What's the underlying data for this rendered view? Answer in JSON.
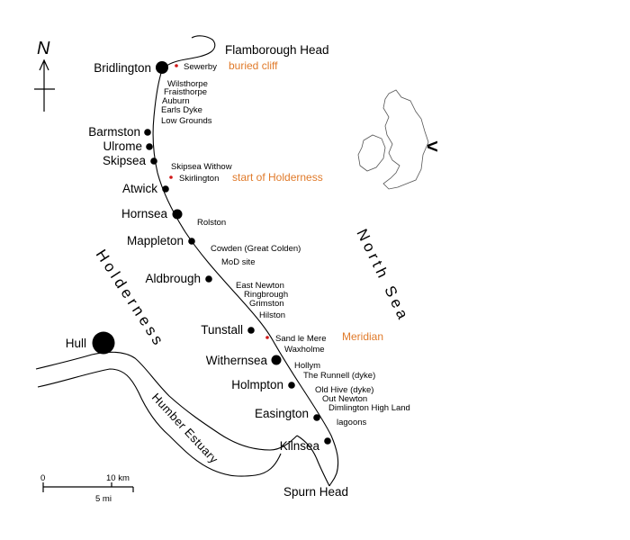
{
  "north_symbol": "N",
  "regions": {
    "holderness": "Holderness",
    "north_sea": "North Sea",
    "humber": "Humber Estuary"
  },
  "towns": [
    {
      "name": "Bridlington"
    },
    {
      "name": "Barmston"
    },
    {
      "name": "Ulrome"
    },
    {
      "name": "Skipsea"
    },
    {
      "name": "Atwick"
    },
    {
      "name": "Hornsea"
    },
    {
      "name": "Mappleton"
    },
    {
      "name": "Aldbrough"
    },
    {
      "name": "Tunstall"
    },
    {
      "name": "Hull"
    },
    {
      "name": "Withernsea"
    },
    {
      "name": "Holmpton"
    },
    {
      "name": "Easington"
    },
    {
      "name": "Kilnsea"
    }
  ],
  "headlands": {
    "flamborough": "Flamborough Head",
    "spurn": "Spurn Head"
  },
  "lost_villages": [
    "Sewerby",
    "Wilsthorpe",
    "Fraisthorpe",
    "Auburn",
    "Earls Dyke",
    "Low Grounds",
    "Skipsea Withow",
    "Skirlington",
    "Rolston",
    "Cowden (Great Colden)",
    "MoD site",
    "East Newton",
    "Ringbrough",
    "Grimston",
    "Hilston",
    "Sand le Mere",
    "Waxholme",
    "Hollym",
    "The Runnell (dyke)",
    "Old Hive (dyke)",
    "Out Newton",
    "Dimlington High Land",
    "lagoons"
  ],
  "annotations": {
    "buried_cliff": "buried cliff",
    "start_holderness": "start of Holderness",
    "meridian": "Meridian"
  },
  "scale": {
    "zero": "0",
    "km_label": "10 km",
    "mi_label": "5 mi"
  },
  "inset_arrow": "<",
  "colors": {
    "annotation": "#e07a2a",
    "site_marker": "#d01818",
    "ink": "#000000"
  }
}
